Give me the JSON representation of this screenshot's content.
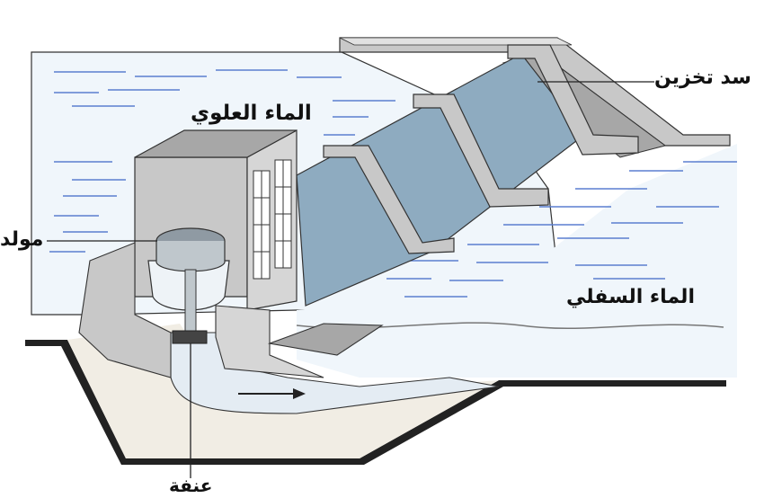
{
  "labels": {
    "storage_dam": "سد تخزين",
    "upper_water": "الماء العلوي",
    "generator": "مولد",
    "lower_water": "الماء السفلي",
    "turbine": "عنفة"
  },
  "colors": {
    "water": "#f0f6fb",
    "water_lines": "#5b7fd0",
    "penstock": "#8eabc0",
    "concrete": "#c8c8c8",
    "concrete_dark": "#a7a7a7",
    "concrete_top": "#e1e1e1",
    "ground": "#f1ede4",
    "outline": "#333333"
  }
}
